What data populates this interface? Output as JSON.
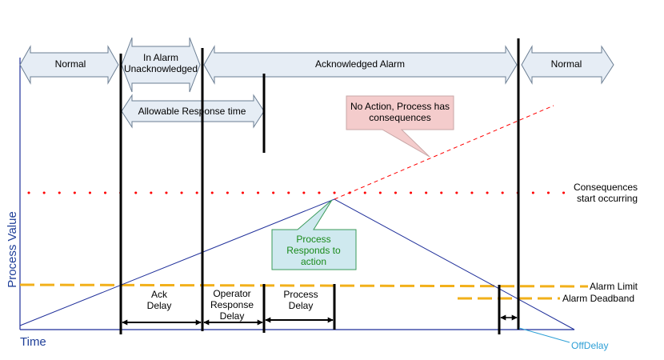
{
  "colors": {
    "axis": "#1f2f9a",
    "bar": "#000000",
    "arrow_fill": "#e6edf5",
    "arrow_stroke": "#6b7e93",
    "consequence_dots": "#ff0000",
    "alarm_dash": "#f2b01a",
    "trend_line": "#1f2f9a",
    "callout_red_fill": "#f4cccc",
    "callout_green_fill": "#cfe9ef",
    "callout_green_text": "#1a8a1a",
    "offdelay_text": "#2d9fd6"
  },
  "phases": {
    "normal_start": "Normal",
    "in_alarm_line1": "In Alarm",
    "in_alarm_line2": "Unacknowledged",
    "acknowledged": "Acknowledged Alarm",
    "normal_end": "Normal",
    "allowable_response": "Allowable Response time"
  },
  "callouts": {
    "no_action_line1": "No Action, Process has",
    "no_action_line2": "consequences",
    "responds_line1": "Process",
    "responds_line2": "Responds to",
    "responds_line3": "action"
  },
  "levels": {
    "consequences_line1": "Consequences",
    "consequences_line2": "start occurring",
    "alarm_limit": "Alarm Limit",
    "alarm_deadband": "Alarm Deadband"
  },
  "delays": {
    "ack_line1": "Ack",
    "ack_line2": "Delay",
    "operator_line1": "Operator",
    "operator_line2": "Response",
    "operator_line3": "Delay",
    "process_line1": "Process",
    "process_line2": "Delay",
    "off_delay": "OffDelay"
  },
  "axes": {
    "y_label": "Process Value",
    "x_label": "Time"
  }
}
